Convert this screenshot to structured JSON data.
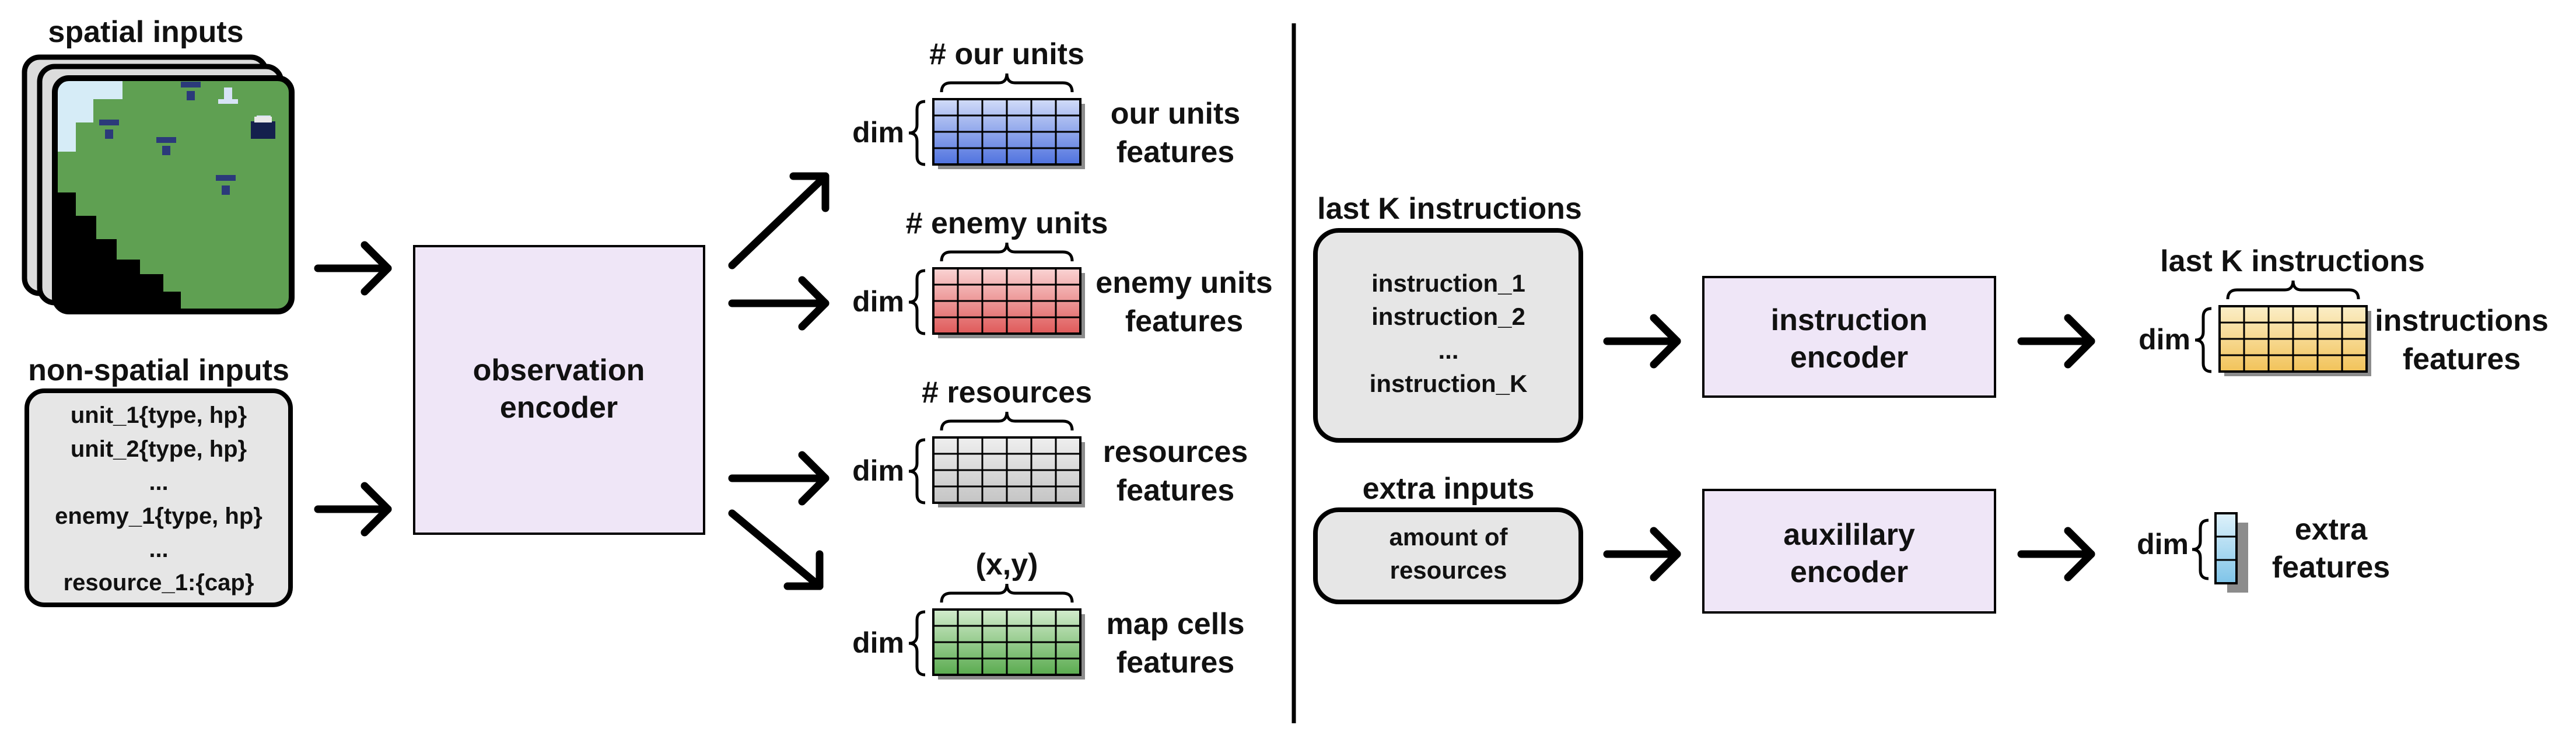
{
  "spatial_inputs": {
    "title": "spatial inputs",
    "colors": {
      "grass": "#5fa052",
      "terrain": "#000000",
      "water": "#d6ecf7"
    }
  },
  "non_spatial_inputs": {
    "title": "non-spatial inputs",
    "lines": [
      "unit_1{type, hp}",
      "unit_2{type, hp}",
      "...",
      "enemy_1{type, hp}",
      "...",
      "resource_1:{cap}"
    ]
  },
  "observation_encoder": {
    "lines": [
      "observation",
      "encoder"
    ],
    "color": "#efe6f7"
  },
  "feature_outputs": [
    {
      "count_label": "# our units",
      "dim_label": "dim",
      "name": [
        "our units",
        "features"
      ],
      "colors": [
        "#d2dcf8",
        "#4f72df"
      ]
    },
    {
      "count_label": "# enemy units",
      "dim_label": "dim",
      "name": [
        "enemy units",
        "features"
      ],
      "colors": [
        "#fad4d4",
        "#df5a5a"
      ]
    },
    {
      "count_label": "# resources",
      "dim_label": "dim",
      "name": [
        "resources",
        "features"
      ],
      "colors": [
        "#efefef",
        "#c4c4c4"
      ]
    },
    {
      "count_label": "(x,y)",
      "dim_label": "dim",
      "name": [
        "map cells",
        "features"
      ],
      "colors": [
        "#d3eccd",
        "#5aab4f"
      ]
    }
  ],
  "last_k_instructions_input": {
    "title": "last K instructions",
    "lines": [
      "instruction_1",
      "instruction_2",
      "...",
      "instruction_K"
    ]
  },
  "extra_inputs": {
    "title": "extra inputs",
    "lines": [
      "amount of",
      "resources"
    ]
  },
  "instruction_encoder": {
    "lines": [
      "instruction",
      "encoder"
    ],
    "color": "#efe6f7"
  },
  "auxiliary_encoder": {
    "lines": [
      "auxililary",
      "encoder"
    ],
    "color": "#efe6f7"
  },
  "instructions_output": {
    "count_label": "last K instructions",
    "dim_label": "dim",
    "name": [
      "instructions",
      "features"
    ],
    "colors": [
      "#fbeec7",
      "#f2c35a"
    ]
  },
  "extra_output": {
    "dim_label": "dim",
    "name": [
      "extra",
      "features"
    ],
    "colors": [
      "#dff2fb",
      "#7fc4e8"
    ]
  }
}
